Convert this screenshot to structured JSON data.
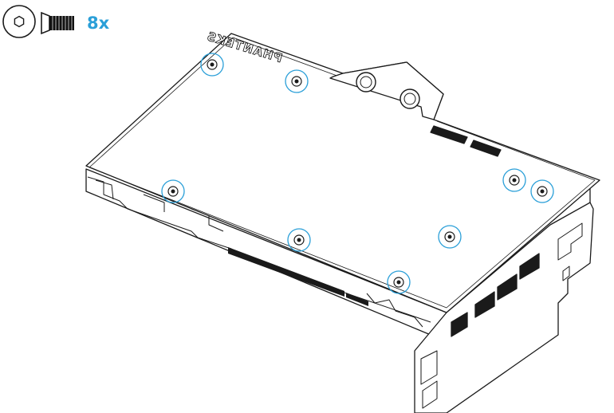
{
  "header": {
    "quantity_label": "8x",
    "tool_icon": "hex-key-icon",
    "screw_icon": "countersunk-screw-icon"
  },
  "diagram": {
    "brand_text": "PHANTEKS",
    "screw_count": 8,
    "highlight_color": "#2a9fd8",
    "line_color": "#1a1a1a"
  }
}
